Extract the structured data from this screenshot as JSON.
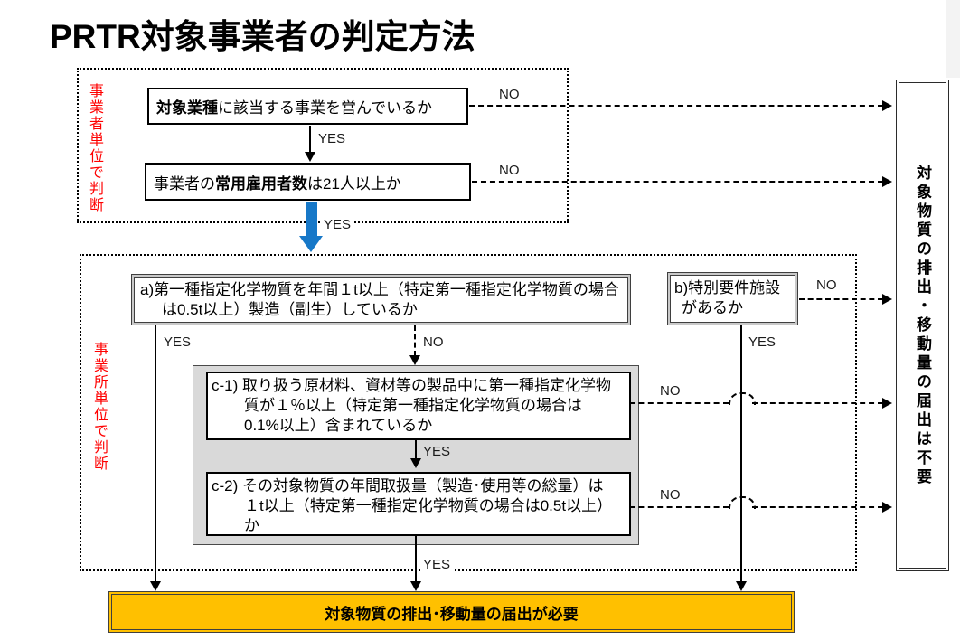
{
  "title": "PRTR対象事業者の判定方法",
  "labels": {
    "yes": "YES",
    "no": "NO"
  },
  "operator_group": {
    "side_label": "事業者単位で判断",
    "industry_question": {
      "bold": "対象業種",
      "rest": "に該当する事業を営んでいるか"
    },
    "employee_question": {
      "pre": "事業者の",
      "bold": "常用雇用者数",
      "rest": "は21人以上か"
    }
  },
  "site_group": {
    "side_label": "事業所単位で判断",
    "question_a": "a)第一種指定化学物質を年間１t以上（特定第一種指定化学物質の場合は0.5t以上）製造（副生）しているか",
    "question_b": "b)特別要件施設があるか",
    "question_c1": "c-1) 取り扱う原材料、資材等の製品中に第一種指定化学物質が１％以上（特定第一種指定化学物質の場合は0.1%以上）含まれているか",
    "question_c2": "c-2) その対象物質の年間取扱量（製造･使用等の総量）は１t以上（特定第一種指定化学物質の場合は0.5t以上）か"
  },
  "results": {
    "required": "対象物質の排出･移動量の届出が必要",
    "not_required": "対象物質の排出・移動量の届出は不要"
  },
  "colors": {
    "flow_arrow_blue": "#1778C8",
    "required_box_orange": "#FFC000",
    "side_label_red": "#FF0000",
    "c_group_gray": "#D9D9D9"
  }
}
